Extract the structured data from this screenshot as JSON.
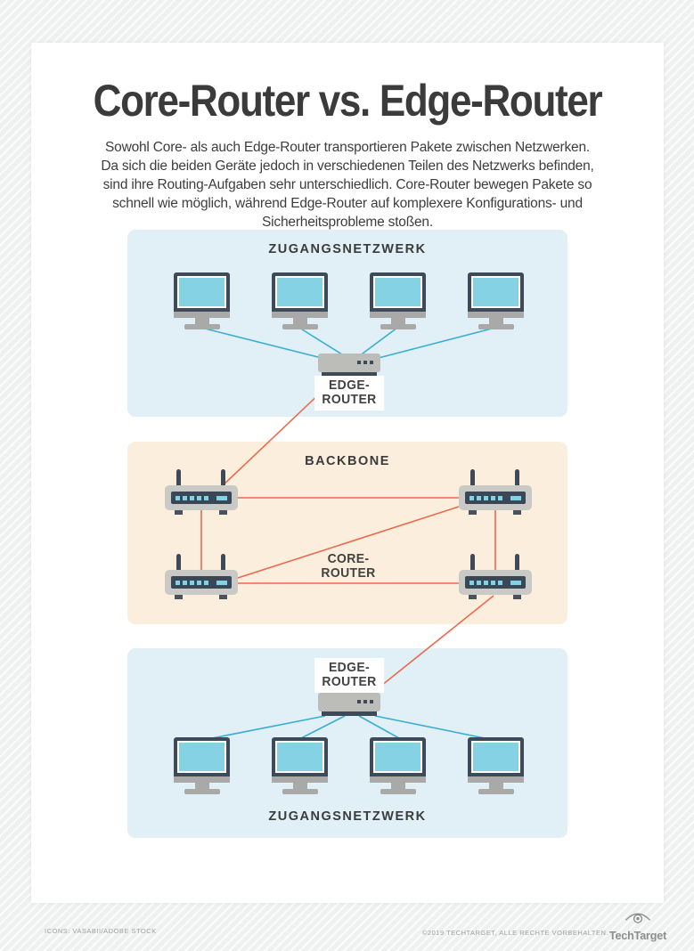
{
  "header": {
    "title": "Core-Router vs. Edge-Router",
    "intro_lines": [
      "Sowohl Core- als auch Edge-Router transportieren Pakete zwischen Netzwerken.",
      "Da sich die beiden Geräte jedoch in verschiedenen Teilen des Netzwerks befinden,",
      "sind ihre Routing-Aufgaben sehr unterschiedlich. Core-Router bewegen Pakete so",
      "schnell wie möglich, während Edge-Router auf komplexere Konfigurations- und",
      "Sicherheitsprobleme stoßen."
    ]
  },
  "panels": {
    "access_top": {
      "title": "ZUGANGSNETZWERK"
    },
    "backbone": {
      "title": "BACKBONE"
    },
    "access_bottom": {
      "title": "ZUGANGSNETZWERK"
    }
  },
  "labels": {
    "edge_router_top": {
      "line1": "EDGE-",
      "line2": "ROUTER"
    },
    "core_router": {
      "line1": "CORE-",
      "line2": "ROUTER"
    },
    "edge_router_bottom": {
      "line1": "EDGE-",
      "line2": "ROUTER"
    }
  },
  "footer": {
    "credit": "ICONS: VASABII/ADOBE STOCK",
    "copyright": "©2019 TECHTARGET, ALLE RECHTE VORBEHALTEN.",
    "brand": "TechTarget"
  },
  "colors": {
    "panel_blue": "#e1eff6",
    "panel_peach": "#fbeedd",
    "device_navy": "#3e4a59",
    "screen_cyan": "#85d2e4",
    "router_gray": "#c9cac6",
    "led_cyan": "#7fd3e2",
    "line_blue": "#3aaed3",
    "line_red": "#ec6a4d",
    "text_dark": "#3b3b3b",
    "footer_gray": "#a0a0a0"
  }
}
